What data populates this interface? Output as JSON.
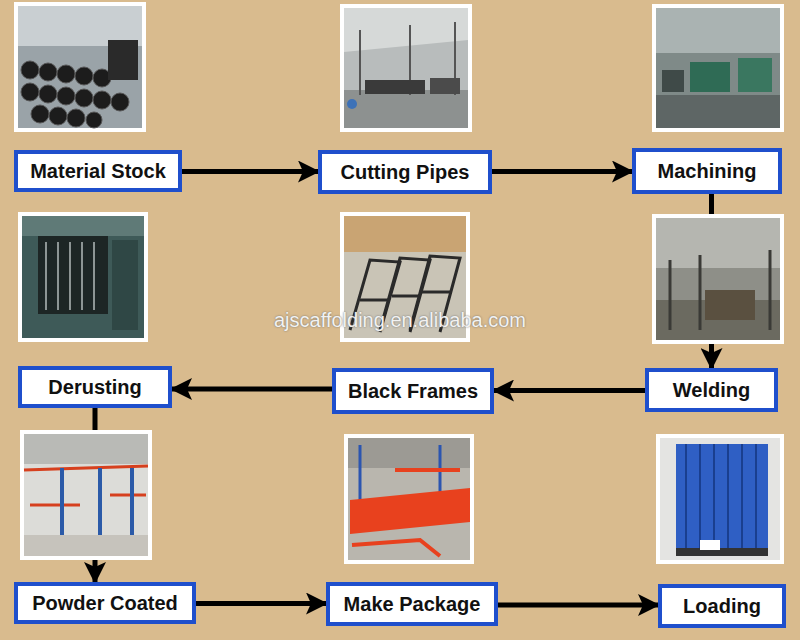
{
  "diagram": {
    "nodes": [
      {
        "text": [
          "Material Stock"
        ]
      },
      {
        "text": [
          "Cutting Pipes"
        ]
      },
      {
        "text": [
          "Machining"
        ]
      },
      {
        "text": [
          "Welding"
        ]
      },
      {
        "text": [
          "Black Frames"
        ]
      },
      {
        "text": [
          "Derusting"
        ]
      },
      {
        "text": [
          "Powder Coated"
        ]
      },
      {
        "text": [
          "Make Package"
        ]
      },
      {
        "text": [
          "Loading"
        ]
      }
    ],
    "edges": [
      {
        "from": 0,
        "to": 1,
        "arrow": "to"
      },
      {
        "from": 1,
        "to": 2,
        "arrow": "to"
      },
      {
        "from": 2,
        "to": 3,
        "arrow": "to"
      },
      {
        "from": 3,
        "to": 4,
        "arrow": "to"
      },
      {
        "from": 4,
        "to": 5,
        "arrow": "to"
      },
      {
        "from": 5,
        "to": 6,
        "arrow": "to"
      },
      {
        "from": 6,
        "to": 7,
        "arrow": "to"
      },
      {
        "from": 7,
        "to": 8,
        "arrow": "to"
      }
    ],
    "labels": [
      "ajscaffolding.en.alibaba.com"
    ]
  }
}
